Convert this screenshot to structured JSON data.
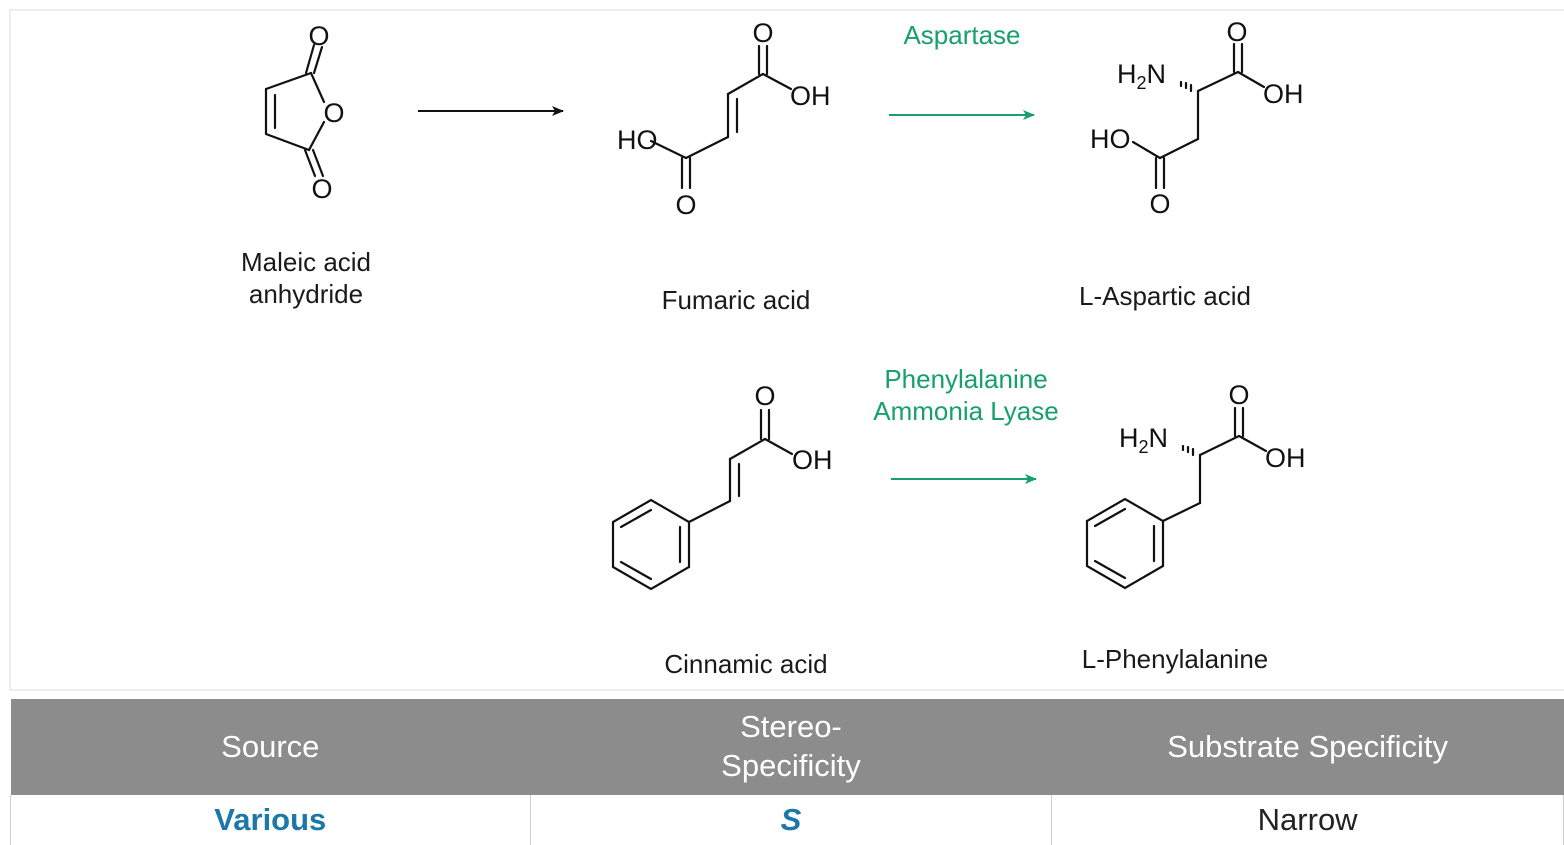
{
  "compounds": {
    "maleic_line1": "Maleic acid",
    "maleic_line2": "anhydride",
    "fumaric": "Fumaric acid",
    "aspartic": "L-Aspartic acid",
    "cinnamic": "Cinnamic acid",
    "phenylalanine": "L-Phenylalanine"
  },
  "enzymes": {
    "aspartase": "Aspartase",
    "pal_line1": "Phenylalanine",
    "pal_line2": "Ammonia Lyase"
  },
  "atoms": {
    "O": "O",
    "OH": "OH",
    "HO": "HO",
    "H": "H",
    "N": "N",
    "sub2": "2"
  },
  "colors": {
    "enzyme_green": "#17a06a",
    "header_gray": "#8c8c8c",
    "value_blue": "#1b78a8"
  },
  "table": {
    "headers": {
      "source": "Source",
      "stereo_line1": "Stereo-",
      "stereo_line2": "Specificity",
      "substrate": "Substrate Specificity"
    },
    "row": {
      "source": "Various",
      "stereo": "S",
      "substrate": "Narrow"
    }
  }
}
